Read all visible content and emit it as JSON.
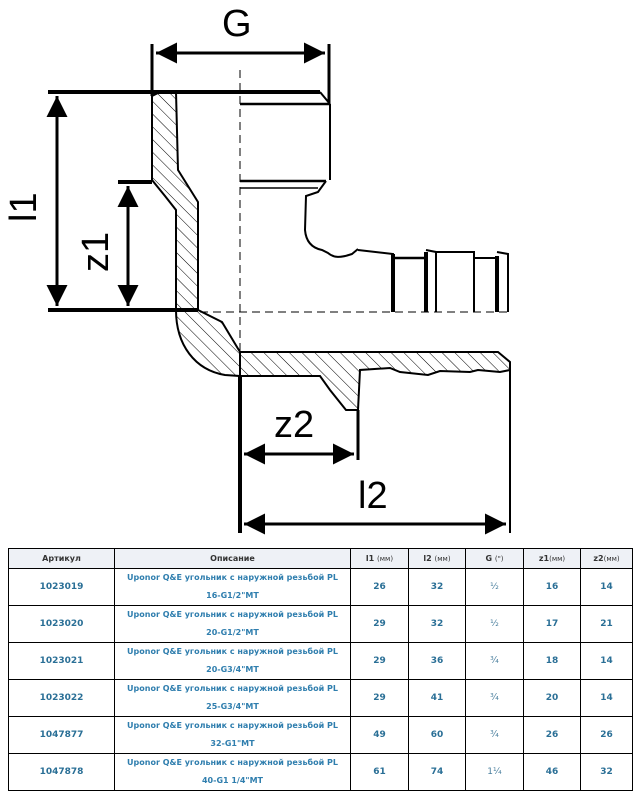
{
  "diagram": {
    "labels": {
      "G": "G",
      "l1": "l1",
      "z1": "z1",
      "z2": "z2",
      "l2": "l2"
    }
  },
  "table": {
    "headers": [
      {
        "label": "Артикул",
        "unit": ""
      },
      {
        "label": "Описание",
        "unit": ""
      },
      {
        "label": "l1",
        "unit": "(мм)"
      },
      {
        "label": "l2",
        "unit": "(мм)"
      },
      {
        "label": "G",
        "unit": "(\")"
      },
      {
        "label": "z1",
        "unit": "(мм)"
      },
      {
        "label": "z2",
        "unit": "(мм)"
      }
    ],
    "rows": [
      {
        "article": "1023019",
        "desc_line1": "Uponor Q&E угольник с наружной резьбой PL",
        "desc_line2": "16-G1/2\"MT",
        "l1": "26",
        "l2": "32",
        "g": "½",
        "z1": "16",
        "z2": "14"
      },
      {
        "article": "1023020",
        "desc_line1": "Uponor Q&E угольник с наружной резьбой PL",
        "desc_line2": "20-G1/2\"MT",
        "l1": "29",
        "l2": "32",
        "g": "½",
        "z1": "17",
        "z2": "21"
      },
      {
        "article": "1023021",
        "desc_line1": "Uponor Q&E угольник с наружной резьбой PL",
        "desc_line2": "20-G3/4\"MT",
        "l1": "29",
        "l2": "36",
        "g": "¾",
        "z1": "18",
        "z2": "14"
      },
      {
        "article": "1023022",
        "desc_line1": "Uponor Q&E угольник с наружной резьбой PL",
        "desc_line2": "25-G3/4\"MT",
        "l1": "29",
        "l2": "41",
        "g": "¾",
        "z1": "20",
        "z2": "14"
      },
      {
        "article": "1047877",
        "desc_line1": "Uponor Q&E угольник с наружной резьбой PL",
        "desc_line2": "32-G1\"MT",
        "l1": "49",
        "l2": "60",
        "g": "¾",
        "z1": "26",
        "z2": "26"
      },
      {
        "article": "1047878",
        "desc_line1": "Uponor Q&E угольник с наружной резьбой PL",
        "desc_line2": "40-G1 1/4\"MT",
        "l1": "61",
        "l2": "74",
        "g": "1¼",
        "z1": "46",
        "z2": "32"
      }
    ]
  },
  "colors": {
    "text_link": "#2f7eae",
    "header_bg": "#eef1f6"
  }
}
